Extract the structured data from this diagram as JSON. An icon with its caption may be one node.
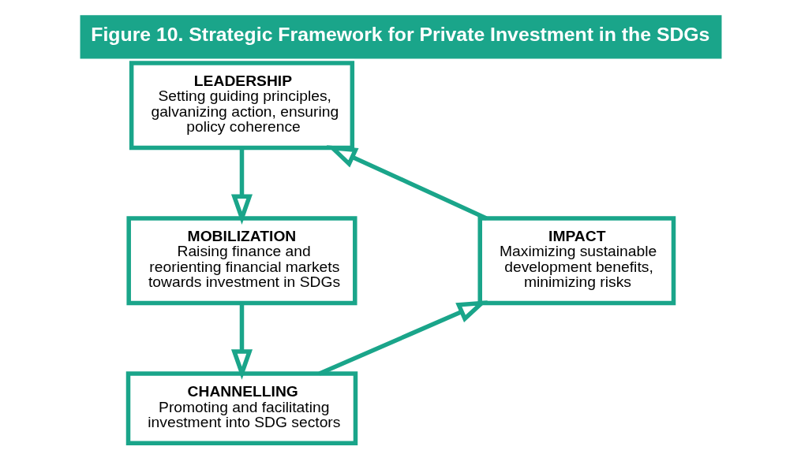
{
  "diagram": {
    "title": "Figure 10. Strategic Framework for Private Investment in the SDGs",
    "nodes": [
      {
        "text": [
          "LEADERSHIP",
          "Setting guiding principles, galvanizing action, ensuring policy coherence"
        ]
      },
      {
        "text": [
          "MOBILIZATION",
          "Raising finance and reorienting financial markets towards investment in SDGs"
        ]
      },
      {
        "text": [
          "CHANNELLING",
          "Promoting and facilitating investment into SDG sectors"
        ]
      },
      {
        "text": [
          "IMPACT",
          "Maximizing sustainable development benefits, minimizing risks"
        ]
      }
    ],
    "edges": [
      {
        "from": 0,
        "to": 1,
        "arrow": "to"
      },
      {
        "from": 1,
        "to": 2,
        "arrow": "to"
      },
      {
        "from": 2,
        "to": 3,
        "arrow": "to"
      },
      {
        "from": 3,
        "to": 0,
        "arrow": "to"
      }
    ]
  }
}
